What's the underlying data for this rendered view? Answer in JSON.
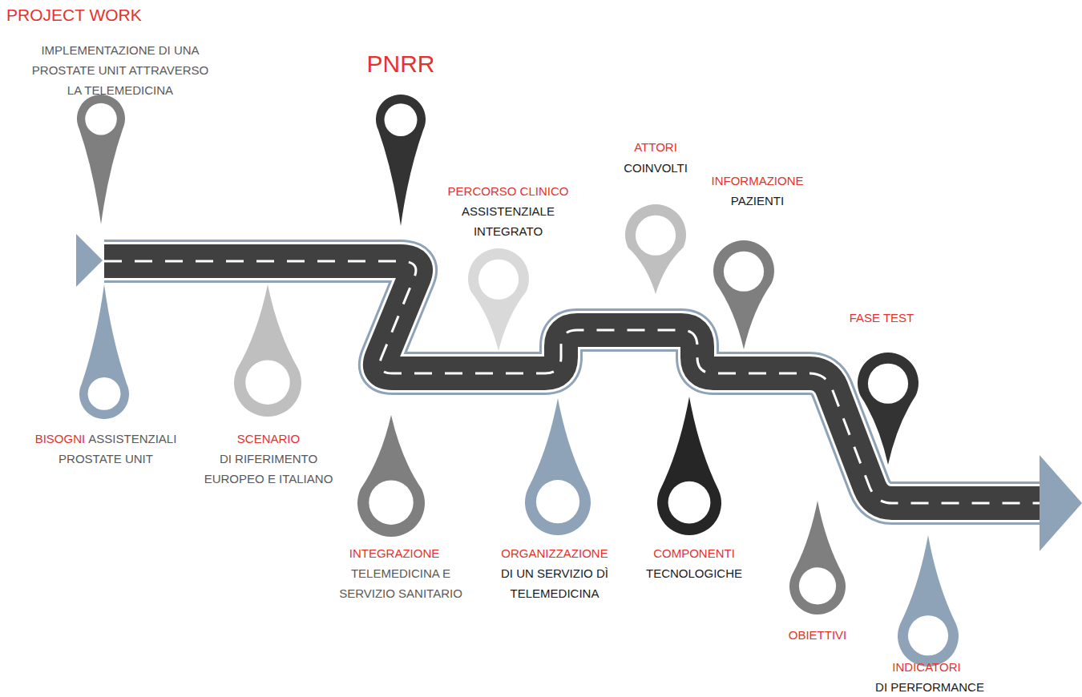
{
  "diagram": {
    "nodes": [
      {
        "text": [
          "PROJECT WORK",
          "IMPLEMENTAZIONE DI UNA PROSTATE UNIT ATTRAVERSO LA TELEMEDICINA"
        ]
      },
      {
        "text": [
          "BISOGNI",
          "ASSISTENZIALI PROSTATE UNIT"
        ]
      },
      {
        "text": [
          "SCENARIO",
          "DI RIFERIMENTO EUROPEO E ITALIANO"
        ]
      },
      {
        "text": [
          "INTEGRAZIONE",
          "TELEMEDICINA E SERVIZIO SANITARIO"
        ]
      },
      {
        "text": [
          "PNRR"
        ]
      },
      {
        "text": [
          "PERCORSO CLINICO",
          "ASSISTENZIALE INTEGRATO"
        ]
      },
      {
        "text": [
          "ORGANIZZAZIONE",
          "DI UN SERVIZIO DÌ TELEMEDICINA"
        ]
      },
      {
        "text": [
          "ATTORI",
          "COINVOLTI"
        ]
      },
      {
        "text": [
          "COMPONENTI",
          "TECNOLOGICHE"
        ]
      },
      {
        "text": [
          "INFORMAZIONE",
          "PAZIENTI"
        ]
      },
      {
        "text": [
          "OBIETTIVI"
        ]
      },
      {
        "text": [
          "FASE TEST"
        ]
      },
      {
        "text": [
          "INDICATORI",
          "DI PERFORMANCE"
        ]
      }
    ]
  }
}
